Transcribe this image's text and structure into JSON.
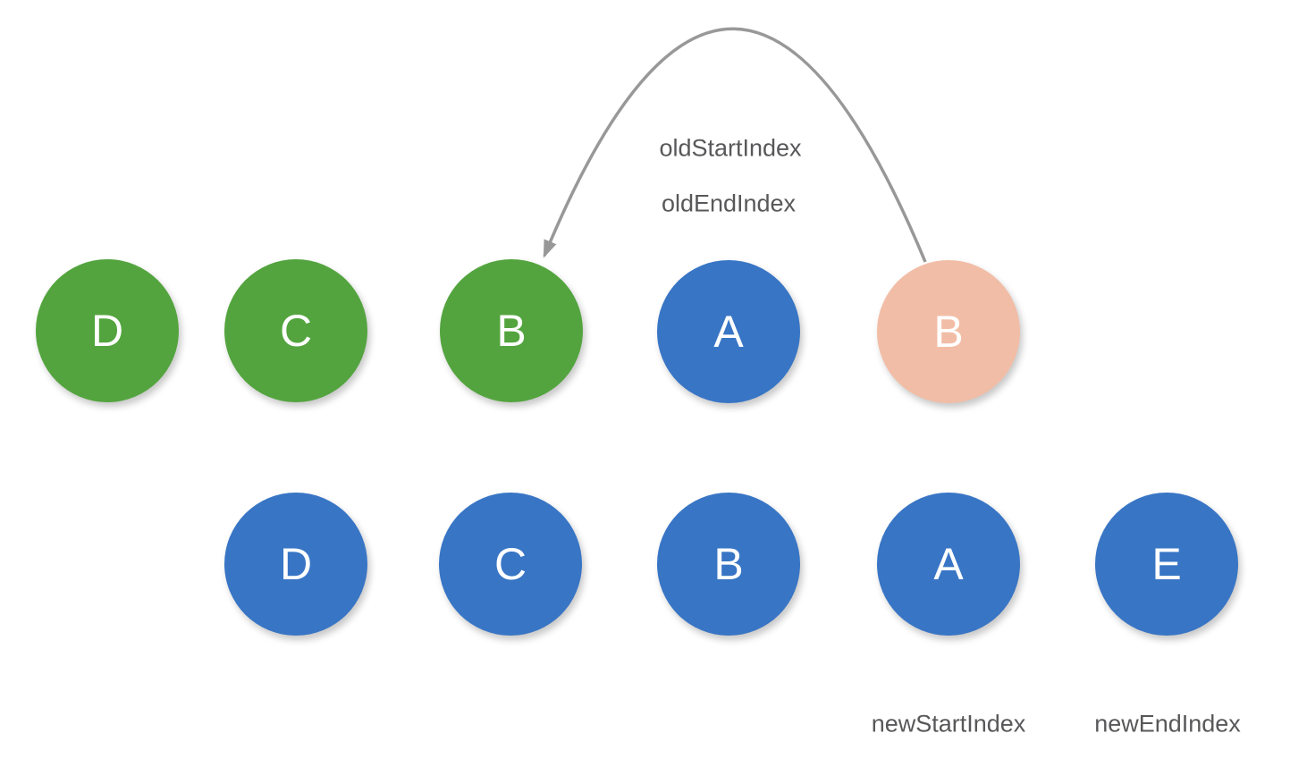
{
  "colors": {
    "green": "#53a43e",
    "blue": "#3875c5",
    "pink": "#f2bda6",
    "arrow": "#989898",
    "label_text": "#58585a"
  },
  "labels": {
    "old_start_index": "oldStartIndex",
    "old_end_index": "oldEndIndex",
    "new_start_index": "newStartIndex",
    "new_end_index": "newEndIndex"
  },
  "old_row": [
    {
      "letter": "D",
      "color": "green"
    },
    {
      "letter": "C",
      "color": "green"
    },
    {
      "letter": "B",
      "color": "green"
    },
    {
      "letter": "A",
      "color": "blue"
    },
    {
      "letter": "B",
      "color": "pink"
    }
  ],
  "new_row": [
    {
      "letter": "D",
      "color": "blue"
    },
    {
      "letter": "C",
      "color": "blue"
    },
    {
      "letter": "B",
      "color": "blue"
    },
    {
      "letter": "A",
      "color": "blue"
    },
    {
      "letter": "E",
      "color": "blue"
    }
  ]
}
